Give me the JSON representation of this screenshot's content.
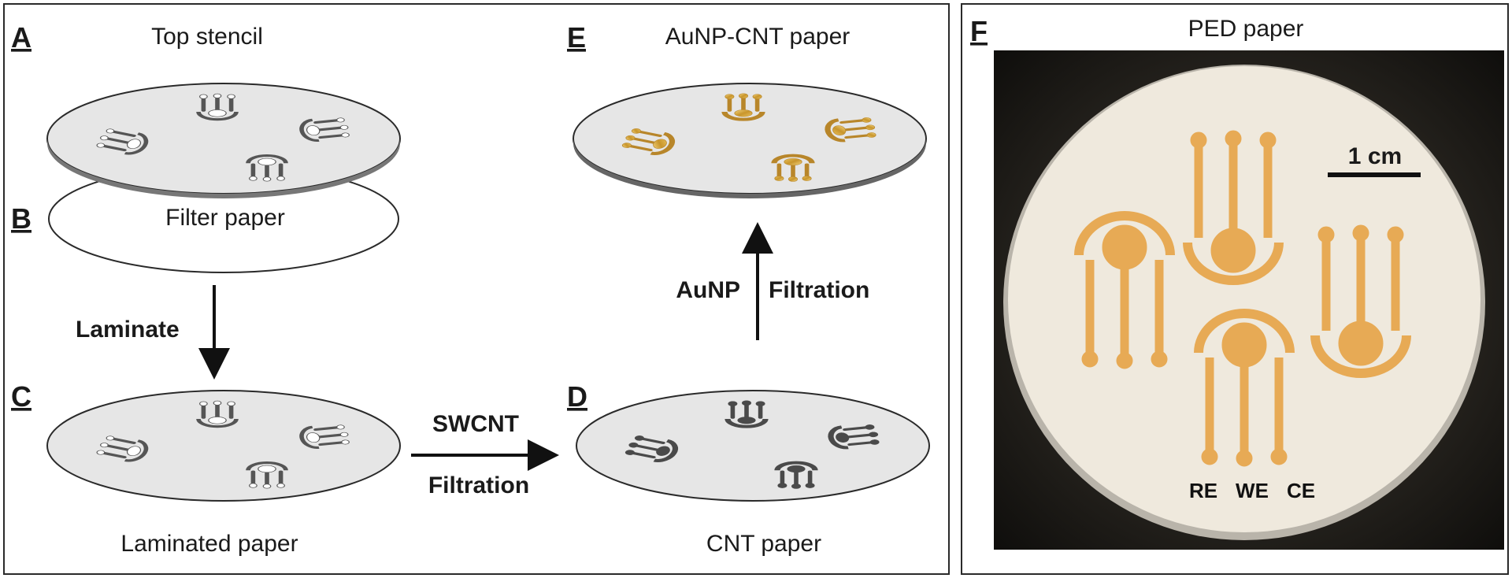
{
  "panels": {
    "A": {
      "letter": "A",
      "caption": "Top stencil"
    },
    "B": {
      "letter": "B",
      "caption": "Filter paper"
    },
    "C": {
      "letter": "C",
      "caption": "Laminated paper"
    },
    "D": {
      "letter": "D",
      "caption": "CNT paper"
    },
    "E": {
      "letter": "E",
      "caption": "AuNP-CNT paper"
    },
    "F": {
      "letter": "F",
      "caption": "PED paper"
    }
  },
  "steps": {
    "laminate": "Laminate",
    "swcnt": "SWCNT",
    "filtration_1": "Filtration",
    "aunp": "AuNP",
    "filtration_2": "Filtration"
  },
  "photo": {
    "scale_bar": "1 cm",
    "electrodes": [
      "RE",
      "WE",
      "CE"
    ]
  },
  "colors": {
    "disc_fill": "#e6e6e6",
    "outline": "#2a2a2a",
    "cnt": "#4a4a4a",
    "gold": "#d7a83a",
    "photo_bg": "#1d1b17",
    "photo_paper": "#efe9dd",
    "photo_ink": "#e7aa55"
  }
}
